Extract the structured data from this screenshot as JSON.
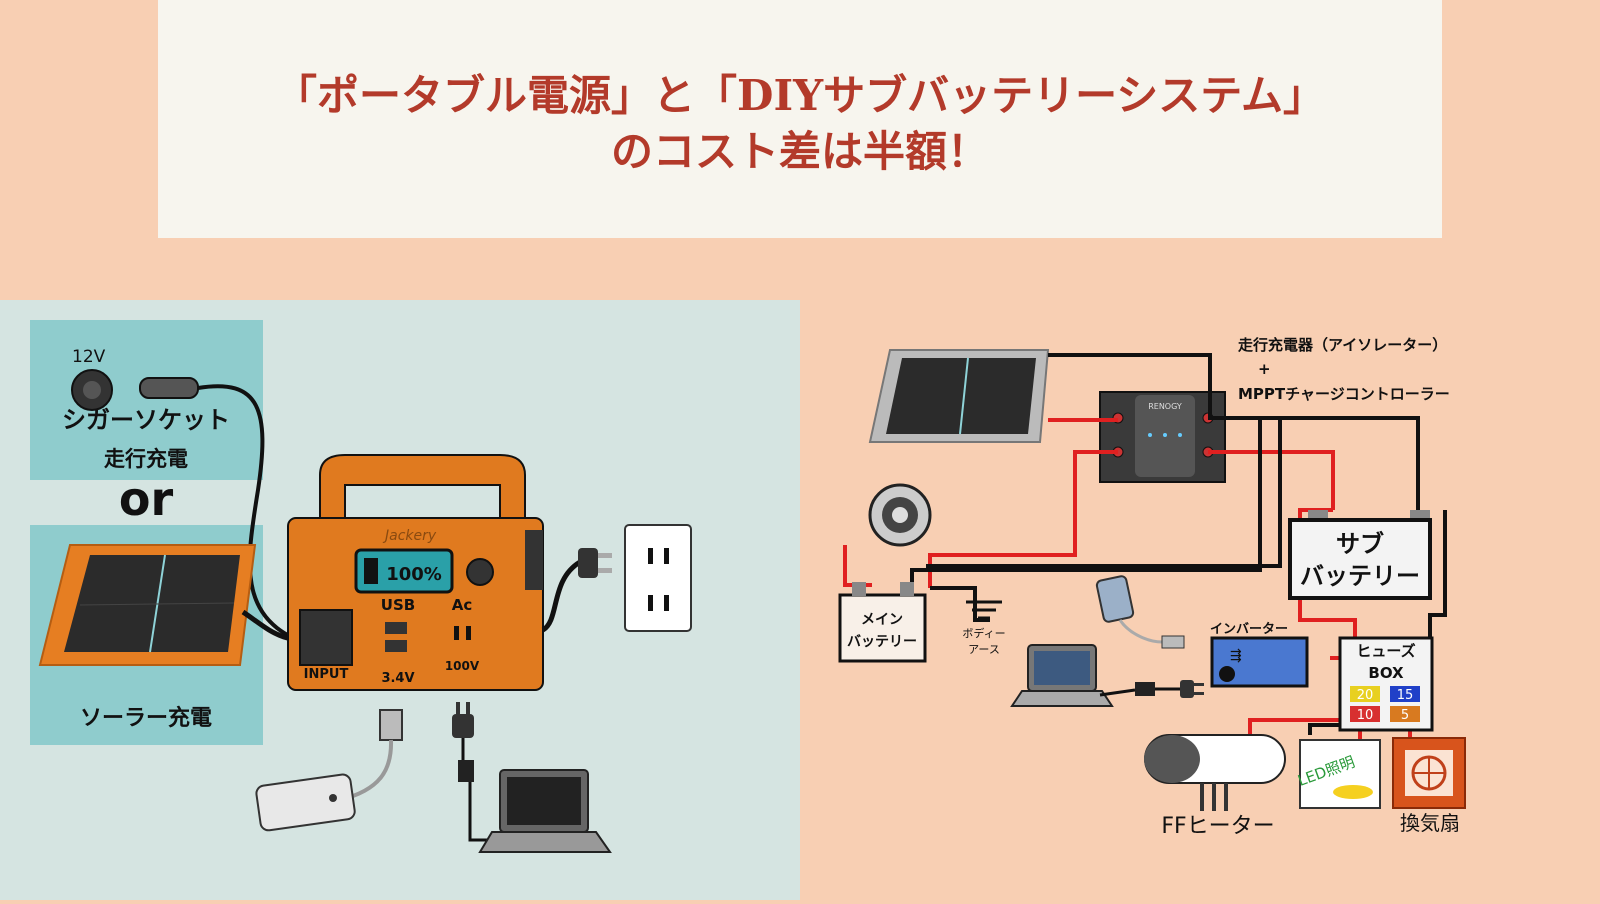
{
  "title": {
    "line1": "「ポータブル電源」と「DIYサブバッテリーシステム」",
    "line2": "のコスト差は半額！"
  },
  "left": {
    "voltage": "12V",
    "cigar_socket": "シガーソケット",
    "drive_charge": "走行充電",
    "or": "or",
    "solar_charge": "ソーラー充電",
    "brand": "Jackery",
    "battery_display": "100%",
    "usb_label": "USB",
    "ac_label": "Ac",
    "input_label": "INPUT",
    "usb_value": "3.4V",
    "ac_value": "100V"
  },
  "right": {
    "charger_line1": "走行充電器（アイソレーター）",
    "charger_plus": "+",
    "charger_line2": "MPPTチャージコントローラー",
    "controller_brand": "RENOGY",
    "sub_battery_line1": "サブ",
    "sub_battery_line2": "バッテリー",
    "main_battery_line1": "メイン",
    "main_battery_line2": "バッテリー",
    "body_earth_line1": "ボディー",
    "body_earth_line2": "アース",
    "inverter": "インバーター",
    "fuse_line1": "ヒューズ",
    "fuse_line2": "BOX",
    "fuse_20": "20",
    "fuse_15": "15",
    "fuse_10": "10",
    "fuse_5": "5",
    "led_light": "LED照明",
    "ff_heater": "FFヒーター",
    "vent_fan": "換気扇"
  },
  "colors": {
    "title": "#b33a2a",
    "wire_red": "#e02020",
    "wire_black": "#111111",
    "left_bg": "#d5e4e1",
    "right_bg": "#f8cfb3",
    "teal": "#8fcccd",
    "orange": "#e07a1f"
  }
}
